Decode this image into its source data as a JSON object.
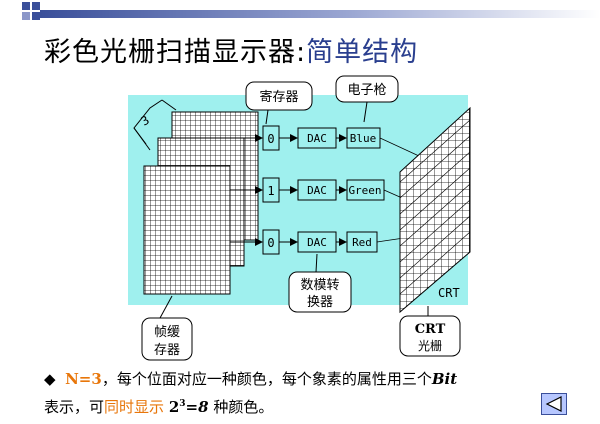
{
  "slide": {
    "title_main": "彩色光栅扫描显示器:",
    "title_sub": "简单结构"
  },
  "diagram": {
    "label_bits": "3",
    "label_register": "寄存器",
    "label_gun": "电子枪",
    "rows": [
      {
        "bit": "0",
        "dac": "DAC",
        "color": "Blue"
      },
      {
        "bit": "1",
        "dac": "DAC",
        "color": "Green"
      },
      {
        "bit": "0",
        "dac": "DAC",
        "color": "Red"
      }
    ],
    "label_converter_line1": "数模转",
    "label_converter_line2": "换器",
    "label_crt": "CRT",
    "label_framebuffer_line1": "帧缓",
    "label_framebuffer_line2": "存器",
    "label_crt_box_line1": "CRT",
    "label_crt_box_line2": "光栅"
  },
  "text": {
    "bullet": "◆",
    "n_eq": "N=3",
    "part1": "，每个位面对应一种颜色，每个象素的属性用三个",
    "bit": "Bit",
    "part2": "表示，可",
    "hl_phrase": "同时显示",
    "eq_base": "2",
    "eq_exp": "3",
    "eq_rest": "=8",
    "part3": "种颜色。"
  },
  "colors": {
    "diagram_bg": "#9ff0ee",
    "accent_orange": "#e8760a",
    "title_blue": "#2a3f8f",
    "button_fill": "#b7c7ff"
  },
  "icons": {
    "back_button": "triangle-left-icon"
  }
}
